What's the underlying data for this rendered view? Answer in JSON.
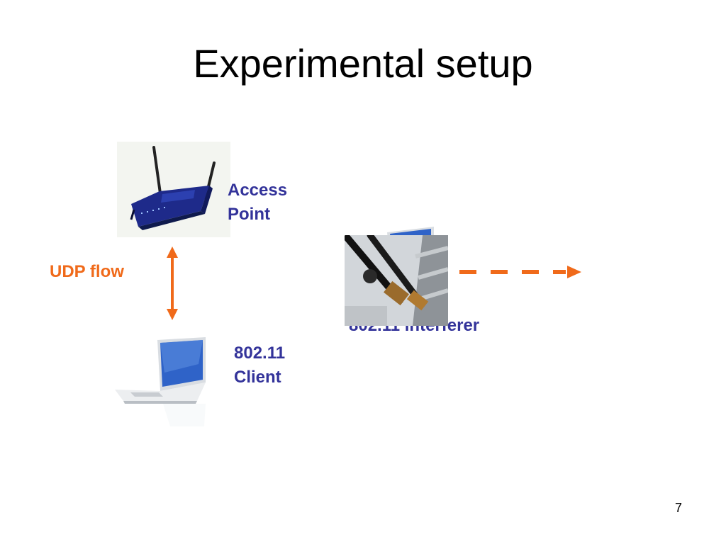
{
  "slide": {
    "title": "Experimental setup",
    "page_number": "7"
  },
  "nodes": {
    "access_point": {
      "line1": "Access",
      "line2": "Point"
    },
    "client": {
      "line1": "802.11",
      "line2": "Client"
    },
    "interferer": {
      "label": "802.11 interferer"
    }
  },
  "flow": {
    "label": "UDP flow"
  },
  "colors": {
    "node_label": "#33339a",
    "flow_accent": "#f06a1a",
    "router_body": "#1e2a8a",
    "laptop_screen": "#2f63c8"
  },
  "icons": [
    "router-icon",
    "laptop-icon",
    "antenna-icon"
  ]
}
